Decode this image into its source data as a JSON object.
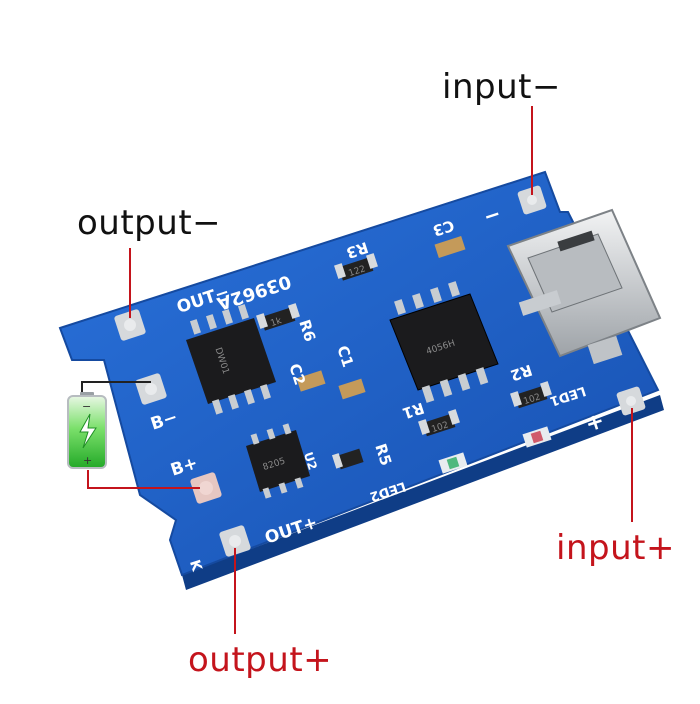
{
  "labels": {
    "input_minus": "input−",
    "output_minus": "output−",
    "input_plus": "input+",
    "output_plus": "output+"
  },
  "silkscreen": {
    "out_minus": "OUT−",
    "out_plus": "OUT+",
    "b_minus": "B−",
    "b_plus": "B+",
    "minus_mark": "−",
    "plus_mark": "+",
    "part_code": "03962A",
    "r3": "R3",
    "r6": "R6",
    "c3": "C3",
    "c1": "C1",
    "c2": "C2",
    "r1": "R1",
    "r2": "R2",
    "r5": "R5",
    "led1": "LED1",
    "led2": "LED2",
    "u2": "U2",
    "k_mark": "K"
  },
  "chip_marks": {
    "main_ic": "4056H",
    "protect_ic": "DW01",
    "mosfet_ic": "8205",
    "res_122": "122",
    "res_102": "102",
    "res_1k": "1k"
  },
  "battery": {
    "minus": "−",
    "plus": "+"
  },
  "colors": {
    "board": "#1f63c9",
    "board_edge": "#1a4fa6",
    "pad": "#d6d9dc",
    "label_dark": "#111111",
    "label_red": "#c4141c",
    "wire_red": "#c4141c",
    "wire_dark": "#222222",
    "battery_green": "#3ec83a"
  }
}
